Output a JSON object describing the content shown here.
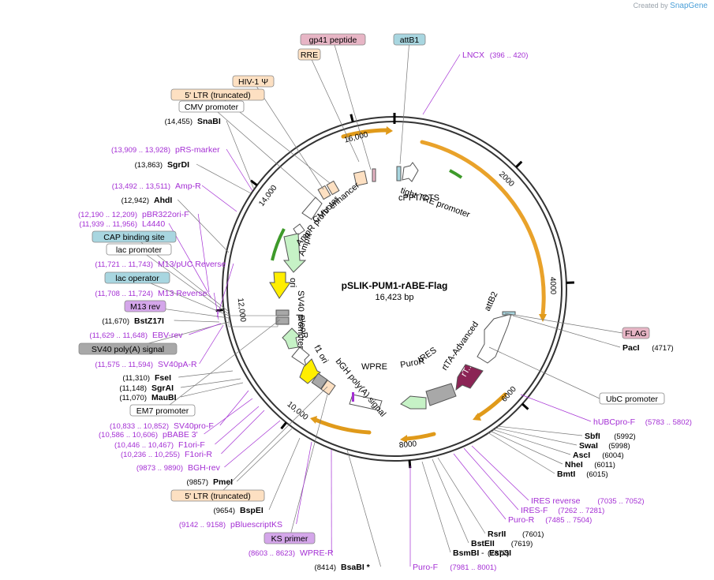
{
  "credit": {
    "prefix": "Created by",
    "brand": "SnapGene"
  },
  "plasmid": {
    "name": "pSLIK-PUM1-rABE-Flag",
    "size": "16,423 bp"
  },
  "ticks": [
    {
      "label": "16,000",
      "angle": -14
    },
    {
      "label": "2000",
      "angle": 45
    },
    {
      "label": "4000",
      "angle": 88
    },
    {
      "label": "6000",
      "angle": 132
    },
    {
      "label": "8000",
      "angle": 175
    },
    {
      "label": "10,000",
      "angle": 219
    },
    {
      "label": "12,000",
      "angle": 263
    },
    {
      "label": "14,000",
      "angle": 307
    }
  ],
  "colors": {
    "orange": "#f5a623",
    "green": "#9fd888",
    "lightgreen": "#c6f2c6",
    "yellow": "#ffee00",
    "maroon": "#8b2455",
    "purple": "#a42fd4",
    "black": "#000000",
    "grey": "#a8a8a8",
    "peach": "#fde0c2",
    "pink": "#e7b5c5",
    "blue": "#a8d6e0",
    "violet": "#d4a6ea",
    "white": "#ffffff"
  },
  "features": [
    {
      "name": "gp41 peptide",
      "box": "pink"
    },
    {
      "name": "RRE",
      "box": "peach"
    },
    {
      "name": "attB1",
      "box": "blue"
    },
    {
      "name": "HIV-1 Ψ",
      "box": "peach"
    },
    {
      "name": "5' LTR (truncated)",
      "box": "peach"
    },
    {
      "name": "CMV promoter",
      "box": "white"
    },
    {
      "name": "CAP binding site",
      "box": "blue"
    },
    {
      "name": "lac promoter",
      "box": "white"
    },
    {
      "name": "lac operator",
      "box": "blue"
    },
    {
      "name": "M13 rev",
      "box": "violet"
    },
    {
      "name": "SV40 poly(A) signal",
      "box": "grey"
    },
    {
      "name": "EM7 promoter",
      "box": "white"
    },
    {
      "name": "5' LTR (truncated)",
      "box": "peach"
    },
    {
      "name": "KS primer",
      "box": "violet"
    },
    {
      "name": "FLAG",
      "box": "pink"
    },
    {
      "name": "UbC promoter",
      "box": "white"
    }
  ],
  "sites_left": [
    {
      "name": "SnaBI",
      "pos": "(14,455)",
      "enzyme": true
    },
    {
      "name": "pRS-marker",
      "pos": "(13,909 .. 13,928)",
      "enzyme": false
    },
    {
      "name": "SgrDI",
      "pos": "(13,863)",
      "enzyme": true
    },
    {
      "name": "Amp-R",
      "pos": "(13,492 .. 13,511)",
      "enzyme": false
    },
    {
      "name": "AhdI",
      "pos": "(12,942)",
      "enzyme": true
    },
    {
      "name": "pBR322ori-F",
      "pos": "(12,190 .. 12,209)",
      "enzyme": false
    },
    {
      "name": "L4440",
      "pos": "(11,939 .. 11,956)",
      "enzyme": false
    },
    {
      "name": "M13/pUC Reverse",
      "pos": "(11,721 .. 11,743)",
      "enzyme": false
    },
    {
      "name": "M13 Reverse",
      "pos": "(11,708 .. 11,724)",
      "enzyme": false
    },
    {
      "name": "BstZ17I",
      "pos": "(11,670)",
      "enzyme": true
    },
    {
      "name": "EBV-rev",
      "pos": "(11,629 .. 11,648)",
      "enzyme": false
    },
    {
      "name": "SV40pA-R",
      "pos": "(11,575 .. 11,594)",
      "enzyme": false
    },
    {
      "name": "FseI",
      "pos": "(11,310)",
      "enzyme": true
    },
    {
      "name": "SgrAI",
      "pos": "(11,148)",
      "enzyme": true
    },
    {
      "name": "MauBI",
      "pos": "(11,070)",
      "enzyme": true
    },
    {
      "name": "SV40pro-F",
      "pos": "(10,833 .. 10,852)",
      "enzyme": false
    },
    {
      "name": "pBABE 3'",
      "pos": "(10,586 .. 10,606)",
      "enzyme": false
    },
    {
      "name": "F1ori-F",
      "pos": "(10,446 .. 10,467)",
      "enzyme": false
    },
    {
      "name": "F1ori-R",
      "pos": "(10,236 .. 10,255)",
      "enzyme": false
    },
    {
      "name": "BGH-rev",
      "pos": "(9873 .. 9890)",
      "enzyme": false
    },
    {
      "name": "PmeI",
      "pos": "(9857)",
      "enzyme": true
    },
    {
      "name": "BspEI",
      "pos": "(9654)",
      "enzyme": true
    },
    {
      "name": "pBluescriptKS",
      "pos": "(9142 .. 9158)",
      "enzyme": false
    },
    {
      "name": "WPRE-R",
      "pos": "(8603 .. 8623)",
      "enzyme": false
    },
    {
      "name": "BsaBI *",
      "pos": "(8414)",
      "enzyme": true
    }
  ],
  "sites_right": [
    {
      "name": "LNCX",
      "pos": "(396 .. 420)",
      "enzyme": false
    },
    {
      "name": "PacI",
      "pos": "(4717)",
      "enzyme": true
    },
    {
      "name": "hUBCpro-F",
      "pos": "(5783 .. 5802)",
      "enzyme": false
    },
    {
      "name": "SbfI",
      "pos": "(5992)",
      "enzyme": true
    },
    {
      "name": "SwaI",
      "pos": "(5998)",
      "enzyme": true
    },
    {
      "name": "AscI",
      "pos": "(6004)",
      "enzyme": true
    },
    {
      "name": "NheI",
      "pos": "(6011)",
      "enzyme": true
    },
    {
      "name": "BmtI",
      "pos": "(6015)",
      "enzyme": true
    },
    {
      "name": "IRES reverse",
      "pos": "(7035 .. 7052)",
      "enzyme": false
    },
    {
      "name": "IRES-F",
      "pos": "(7262 .. 7281)",
      "enzyme": false
    },
    {
      "name": "Puro-R",
      "pos": "(7485 .. 7504)",
      "enzyme": false
    },
    {
      "name": "RsrII",
      "pos": "(7601)",
      "enzyme": true
    },
    {
      "name": "BstEII",
      "pos": "(7619)",
      "enzyme": true
    },
    {
      "name": "BsmBI",
      "pos": "(7877)",
      "enzyme": true
    },
    {
      "name": "Esp3I",
      "pos": "",
      "enzyme": true
    },
    {
      "name": "Puro-F",
      "pos": "(7981 .. 8001)",
      "enzyme": false
    }
  ],
  "inner_labels": [
    "tight TRE promoter",
    "cPPT/CTS",
    "CMV enhancer",
    "AmpR promoter",
    "AmpR",
    "ori",
    "SV40 promoter",
    "BleoR",
    "f1 ori",
    "bGH poly(A) signal",
    "WPRE",
    "PuroR",
    "IRES",
    "rtTA-Advanced",
    "attB2",
    "rT..."
  ]
}
